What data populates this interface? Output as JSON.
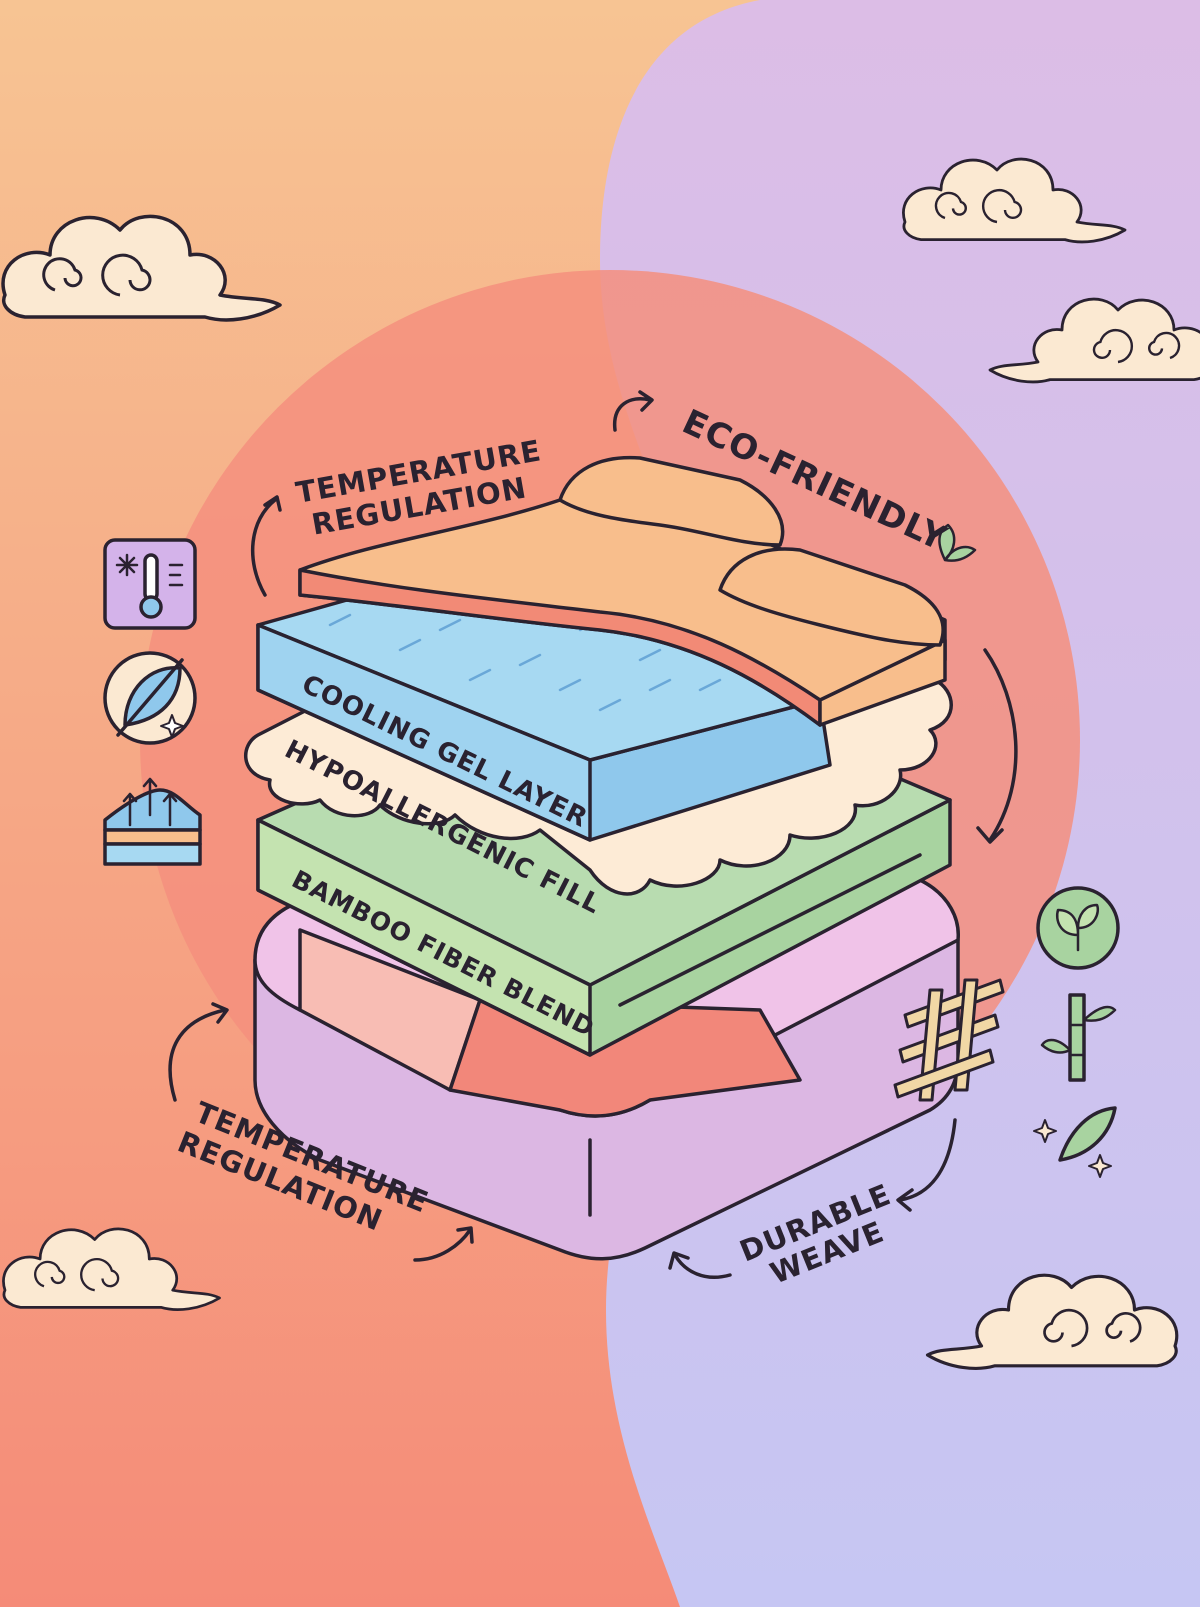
{
  "labels": {
    "temperature_top": [
      "TEMPERATURE",
      "REGULATION"
    ],
    "eco_friendly": "ECO-FRIENDLY",
    "cooling_gel": "COOLING GEL LAYER",
    "hypoallergenic": "HYPOALLERGENIC FILL",
    "bamboo": "BAMBOO FIBER BLEND",
    "temperature_bottom": [
      "TEMPERATURE",
      "REGULATION"
    ],
    "durable_weave": [
      "DURABLE",
      "WEAVE"
    ]
  },
  "icons": {
    "left": [
      "thermometer-icon",
      "no-feather-icon",
      "breathable-layers-icon"
    ],
    "right": [
      "leaf-circle-icon",
      "bamboo-icon",
      "sparkle-leaf-icon"
    ],
    "layer": [
      "sprout-icon",
      "weave-icon"
    ]
  },
  "colors": {
    "bg_left_top": "#f7c493",
    "bg_left_bottom": "#f58b78",
    "bg_right_top": "#dcbde6",
    "bg_right_bottom": "#c6c6f3",
    "circle": "#f48f7e",
    "blanket": "#f8be8c",
    "gel": "#a7d9f2",
    "fill": "#fdebd6",
    "bamboo": "#a8d3a0",
    "base": "#dcb7e3",
    "outline": "#2a2230",
    "cloud": "#fbe9d2"
  }
}
